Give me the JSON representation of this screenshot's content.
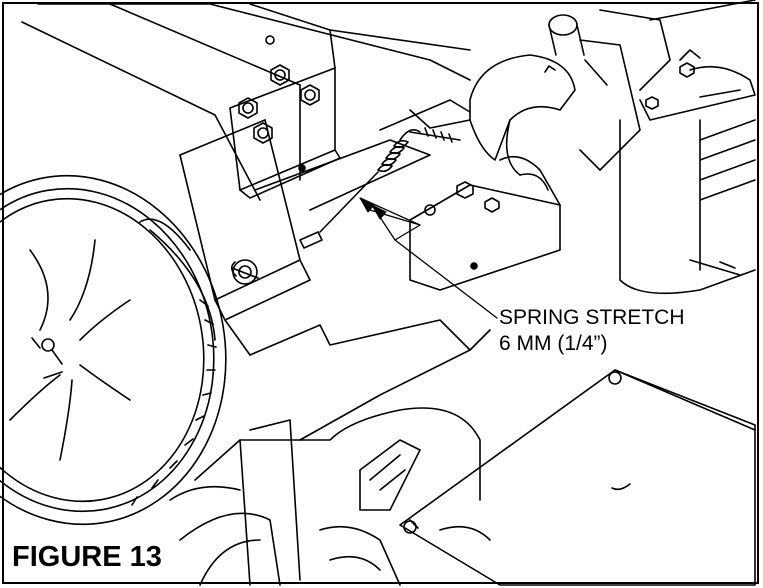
{
  "annotation": {
    "line1": "SPRING STRETCH",
    "line2": "6 MM (1/4”)"
  },
  "caption": "FIGURE 13",
  "colors": {
    "ink": "#000000",
    "paper": "#ffffff"
  },
  "parts": {
    "left_wheel": "wheel",
    "spring": "extension-spring",
    "right_panel": "cover-plate",
    "hairpin": "hairpin-clip"
  }
}
